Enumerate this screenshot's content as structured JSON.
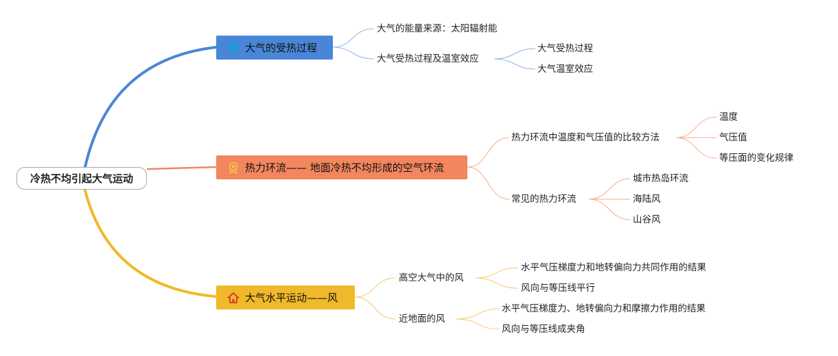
{
  "root": {
    "label": "冷热不均引起大气运动"
  },
  "colors": {
    "blue": "#4a86d8",
    "orange": "#f2865f",
    "yellow": "#f0b92b"
  },
  "branches": [
    {
      "label": "大气的受热过程",
      "icon": "bookmark-icon",
      "children": [
        {
          "label": "大气的能量来源：太阳辐射能"
        },
        {
          "label": "大气受热过程及温室效应",
          "children": [
            "大气受热过程",
            "大气温室效应"
          ]
        }
      ]
    },
    {
      "label": "热力环流—— 地面冷热不均形成的空气环流",
      "icon": "award-icon",
      "children": [
        {
          "label": "热力环流中温度和气压值的比较方法",
          "children": [
            "温度",
            "气压值",
            "等压面的变化规律"
          ]
        },
        {
          "label": "常见的热力环流",
          "children": [
            "城市热岛环流",
            "海陆风",
            "山谷风"
          ]
        }
      ]
    },
    {
      "label": "大气水平运动——风",
      "icon": "home-icon",
      "children": [
        {
          "label": "高空大气中的风",
          "children": [
            "水平气压梯度力和地转偏向力共同作用的结果",
            "风向与等压线平行"
          ]
        },
        {
          "label": "近地面的风",
          "children": [
            "水平气压梯度力、地转偏向力和摩擦力作用的结果",
            "风向与等压线成夹角"
          ]
        }
      ]
    }
  ]
}
